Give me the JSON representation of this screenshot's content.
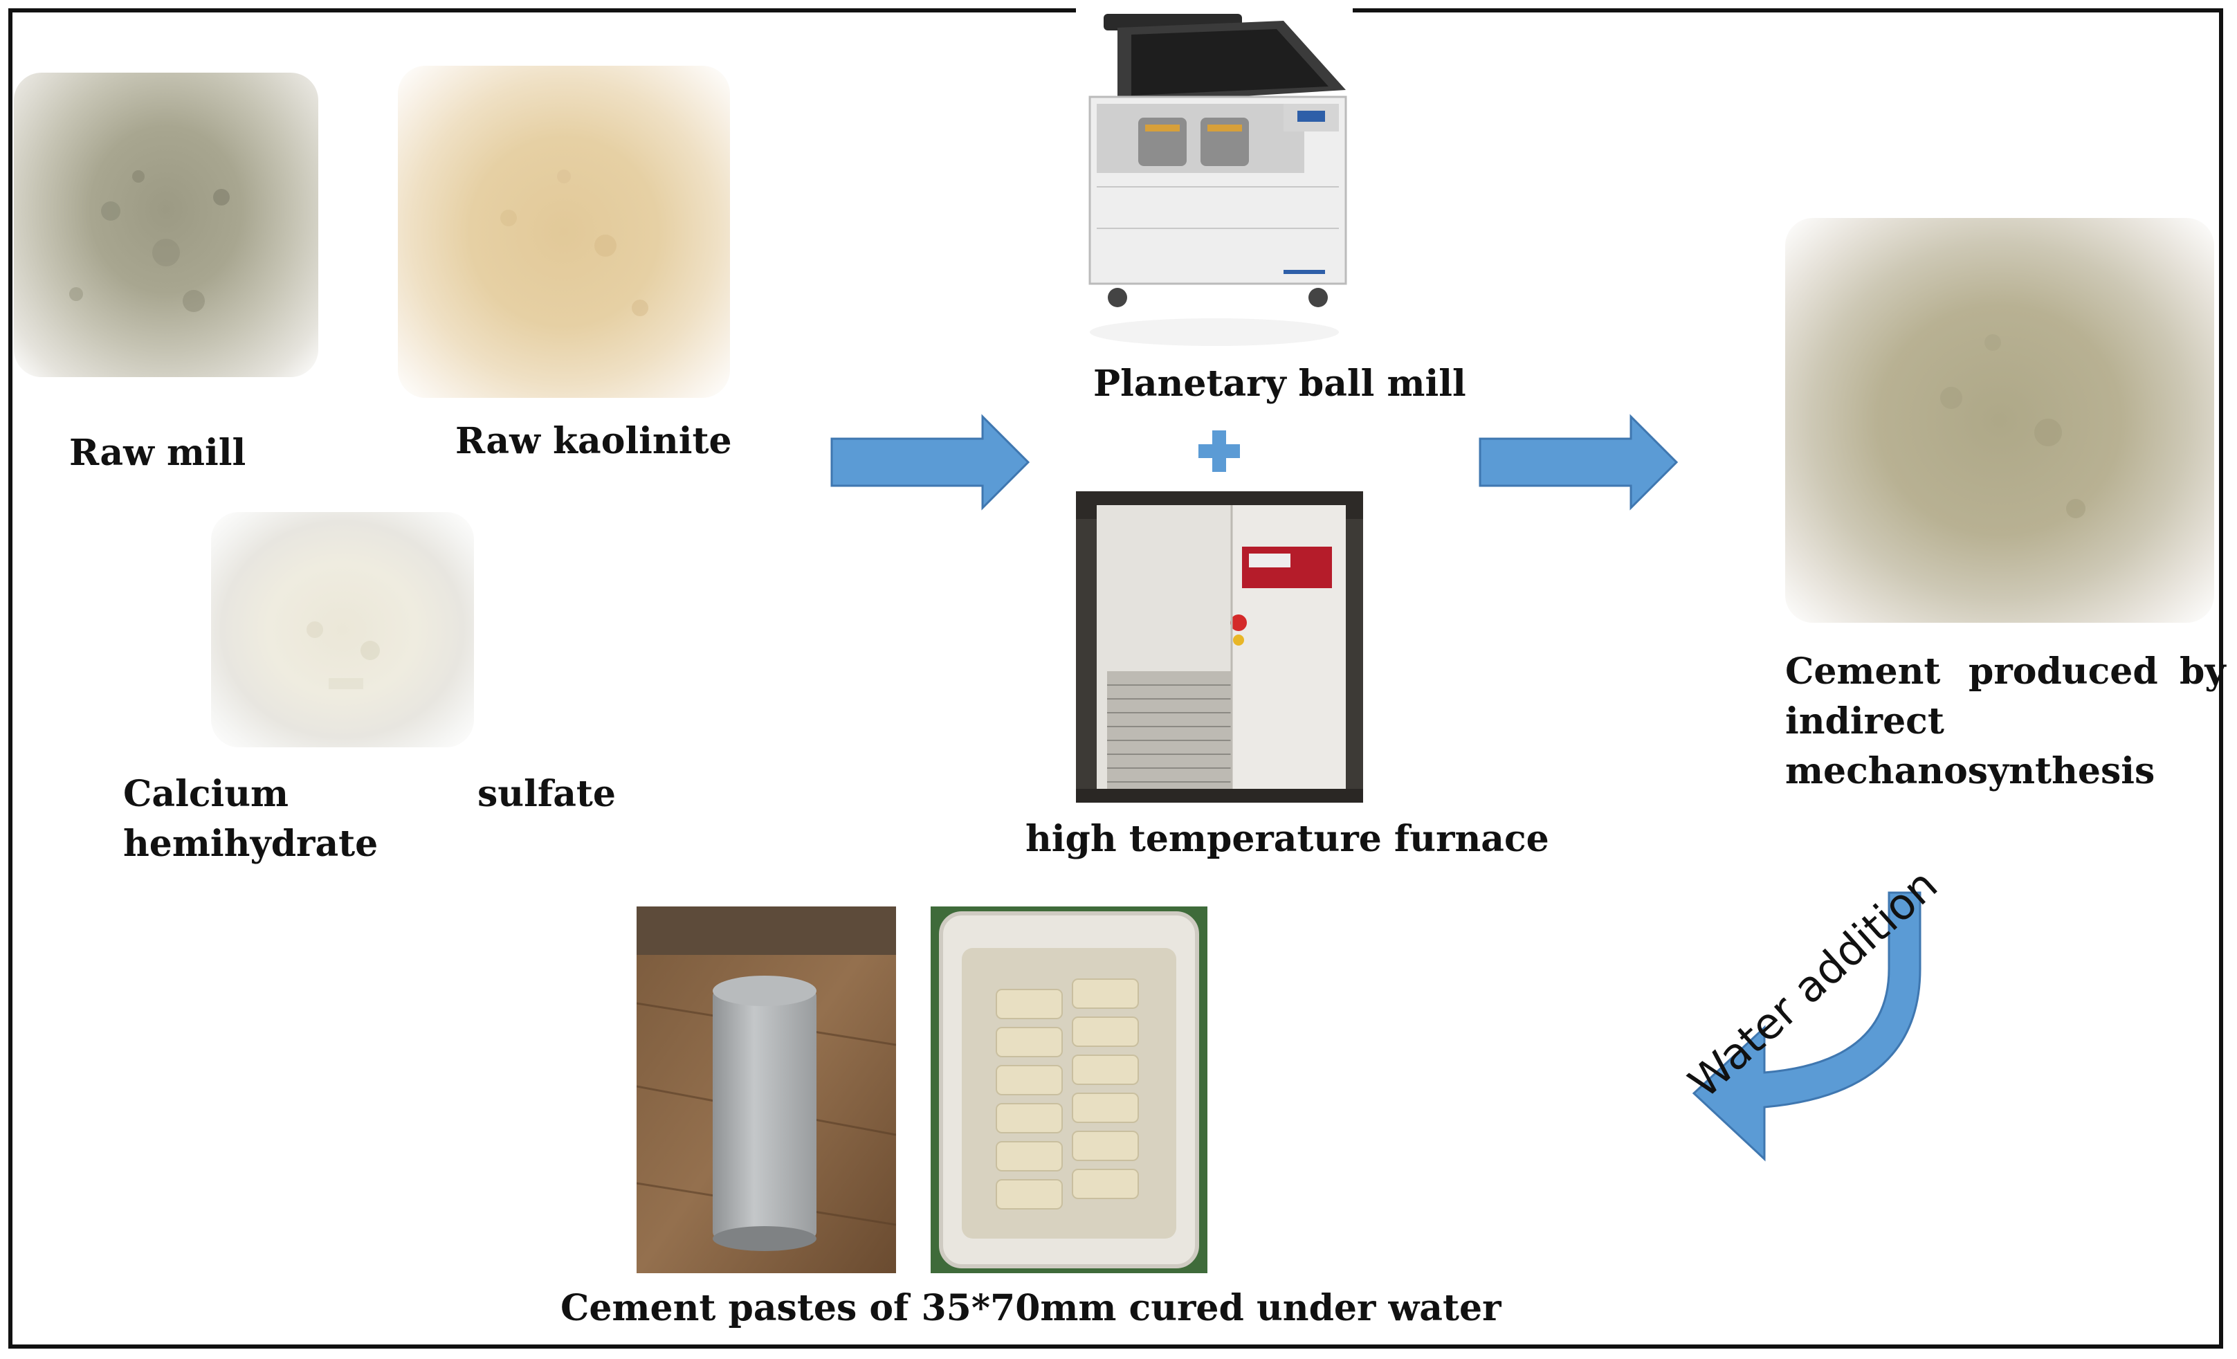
{
  "labels": {
    "raw_mill": "Raw mill",
    "raw_kaolinite": "Raw kaolinite",
    "calcium_hemihydrate_line1": "Calcium",
    "calcium_hemihydrate_line1b": "sulfate",
    "calcium_hemihydrate_line2": "hemihydrate",
    "planetary_ball_mill": "Planetary ball mill",
    "plus": "+",
    "furnace": "high temperature furnace",
    "cement_line1a": "Cement",
    "cement_line1b": "produced",
    "cement_line1c": "by",
    "cement_line2": "indirect",
    "cement_line3": "mechanosynthesis",
    "water_addition": "Water addition",
    "pastes": "Cement pastes of 35*70mm cured under water"
  },
  "colors": {
    "arrow_fill": "#5b9bd5",
    "arrow_stroke": "#3f77b0",
    "plus": "#5b9bd5",
    "raw_mill_powder": "#a9a58d",
    "kaolinite_powder": "#e6d0a4",
    "hemihydrate_powder": "#ece9dc",
    "cement_powder": "#b8b193"
  },
  "icons": {
    "raw_mill_photo": "raw-mill-powder-photo",
    "kaolinite_photo": "kaolinite-powder-photo",
    "hemihydrate_photo": "hemihydrate-powder-photo",
    "ball_mill_photo": "planetary-ball-mill-photo",
    "furnace_photo": "furnace-photo",
    "cement_photo": "cement-powder-photo",
    "cylinder_photo": "cement-cylinder-photo",
    "container_photo": "curing-container-photo"
  }
}
